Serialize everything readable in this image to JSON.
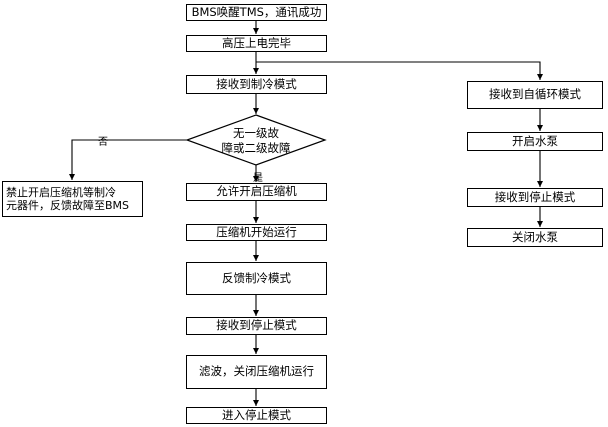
{
  "nodes": {
    "wake": "BMS唤醒TMS，通讯成功",
    "hv_done": "高压上电完毕",
    "recv_cool": "接收到制冷模式",
    "decision_line1": "无一级故",
    "decision_line2": "障或二级故障",
    "forbid_line1": "禁止开启压缩机等制冷",
    "forbid_line2": "元器件，反馈故障至BMS",
    "allow_comp": "允许开启压缩机",
    "comp_start": "压缩机开始运行",
    "feedback_cool": "反馈制冷模式",
    "recv_stop_left": "接收到停止模式",
    "filter_close": "滤波，关闭压缩机运行",
    "enter_stop": "进入停止模式",
    "recv_selfcirc": "接收到自循环模式",
    "open_pump": "开启水泵",
    "recv_stop_right": "接收到停止模式",
    "close_pump": "关闭水泵"
  },
  "edge_labels": {
    "no": "否",
    "yes": "是"
  }
}
